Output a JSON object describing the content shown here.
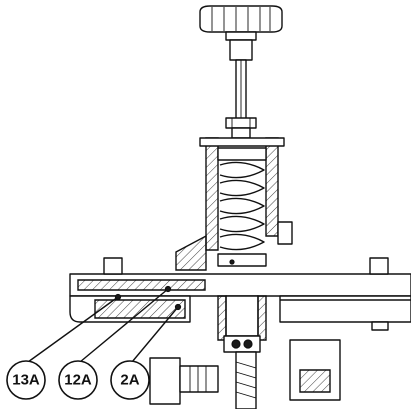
{
  "callouts": [
    {
      "label": "13A"
    },
    {
      "label": "12A"
    },
    {
      "label": "2A"
    }
  ]
}
